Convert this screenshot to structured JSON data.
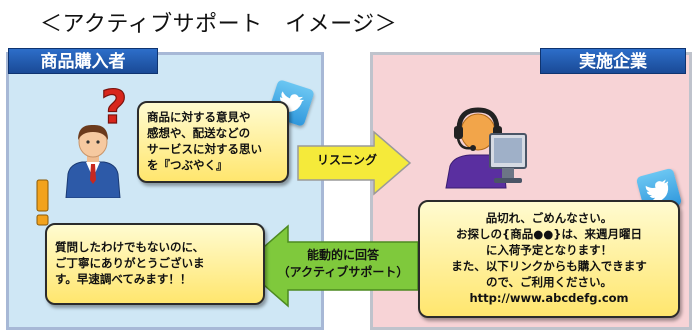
{
  "title": "＜アクティブサポート　イメージ＞",
  "left_panel": {
    "label": "商品購入者"
  },
  "right_panel": {
    "label": "実施企業"
  },
  "bubble_tweet": {
    "lines": [
      "商品に対する意見や",
      "感想や、配送などの",
      "サービスに対する思い",
      "を『つぶやく』"
    ]
  },
  "bubble_reply": {
    "lines": [
      "質問したわけでもないのに、",
      "ご丁寧にありがとうございま",
      "す。早速調べてみます！！"
    ]
  },
  "bubble_company": {
    "lines": [
      "品切れ、ごめんなさい。",
      "お探しの{商品●●}は、来週月曜日",
      "に入荷予定となります！",
      "また、以下リンクからも購入できます",
      "ので、ご利用ください。",
      "http://www.abcdefg.com"
    ]
  },
  "arrow_listening": {
    "label": "リスニング"
  },
  "arrow_answer": {
    "label_line1": "能動的に回答",
    "label_line2": "（アクティブサポート）"
  },
  "colors": {
    "left_panel_bg": "#cfe7f5",
    "right_panel_bg": "#f7d3d6",
    "label_blue": "#1f57ad",
    "bubble_yellow": "#ffe66e",
    "arrow_yellow": "#f5ea3a",
    "arrow_green": "#7fc93c",
    "twitter_blue": "#3aa0e0"
  },
  "icons": {
    "twitter": "twitter-bird-icon",
    "question": "question-mark-icon",
    "exclamation": "exclamation-mark-icon",
    "customer": "businessman-icon",
    "operator": "support-operator-icon"
  }
}
